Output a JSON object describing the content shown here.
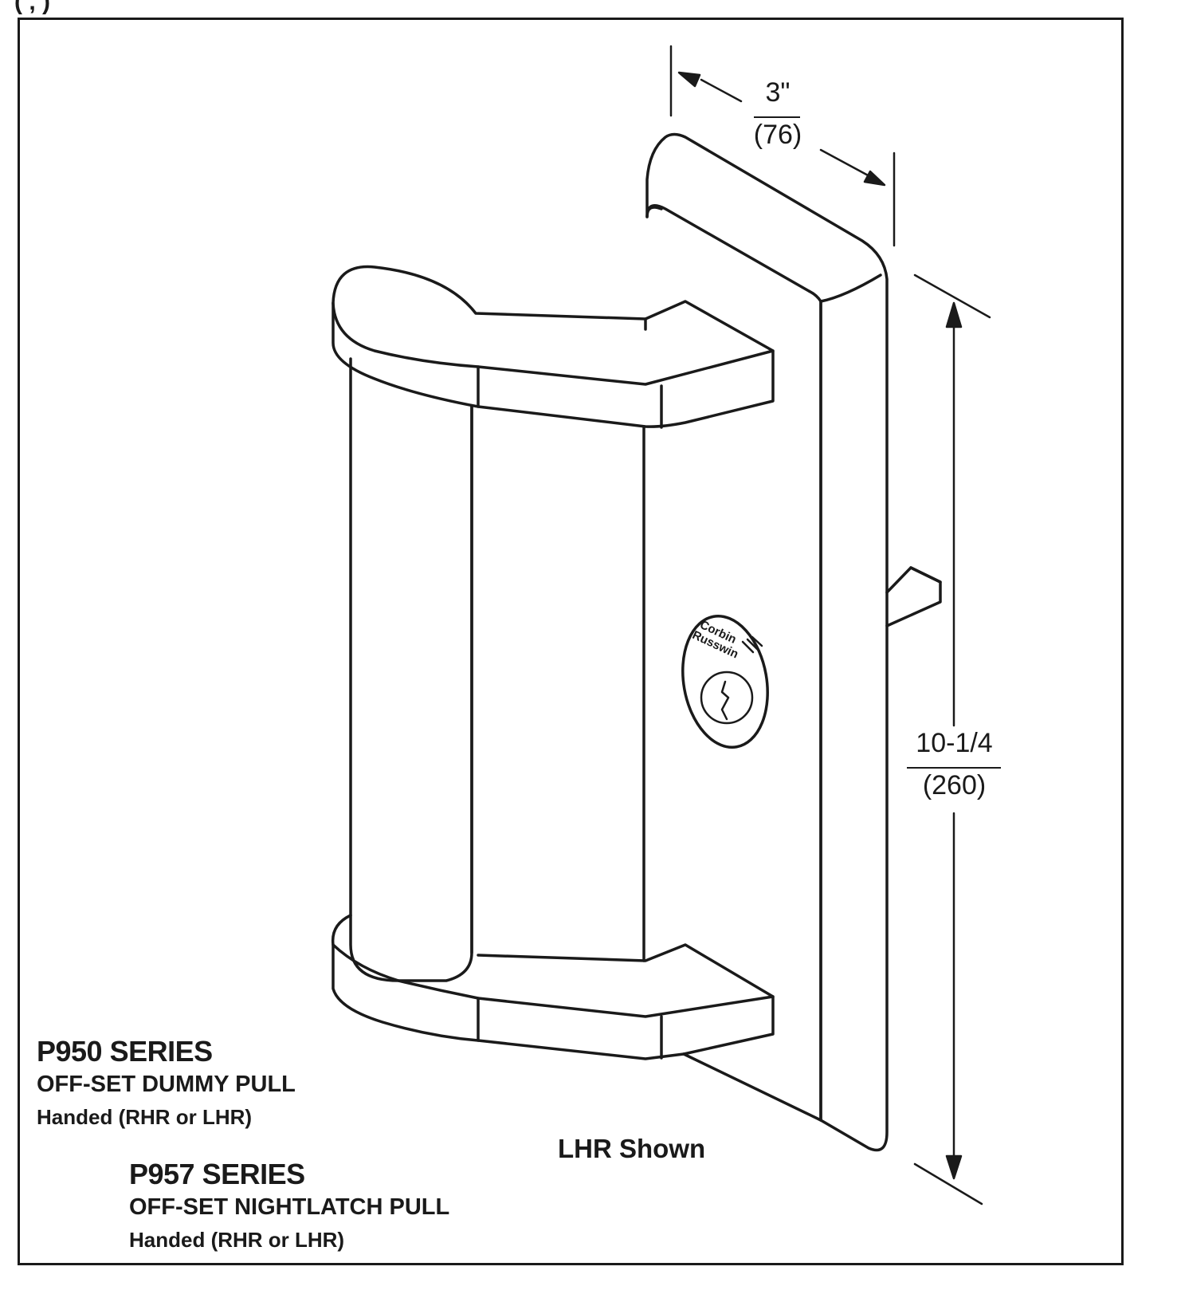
{
  "header_fragment": "(     ,                                        )",
  "dimensions": {
    "depth": {
      "imperial": "3\"",
      "metric": "(76)"
    },
    "height": {
      "imperial": "10-1/4",
      "metric": "(260)"
    }
  },
  "cylinder_brand": {
    "line1": "Corbin",
    "line2": "Russwin"
  },
  "hand_shown": "LHR Shown",
  "series": [
    {
      "model": "P950 SERIES",
      "name": "OFF-SET DUMMY PULL",
      "handing": "Handed (RHR or LHR)"
    },
    {
      "model": "P957 SERIES",
      "name": "OFF-SET NIGHTLATCH PULL",
      "handing": "Handed (RHR or LHR)"
    }
  ],
  "colors": {
    "ink": "#1a1a1a",
    "paper": "#ffffff"
  }
}
